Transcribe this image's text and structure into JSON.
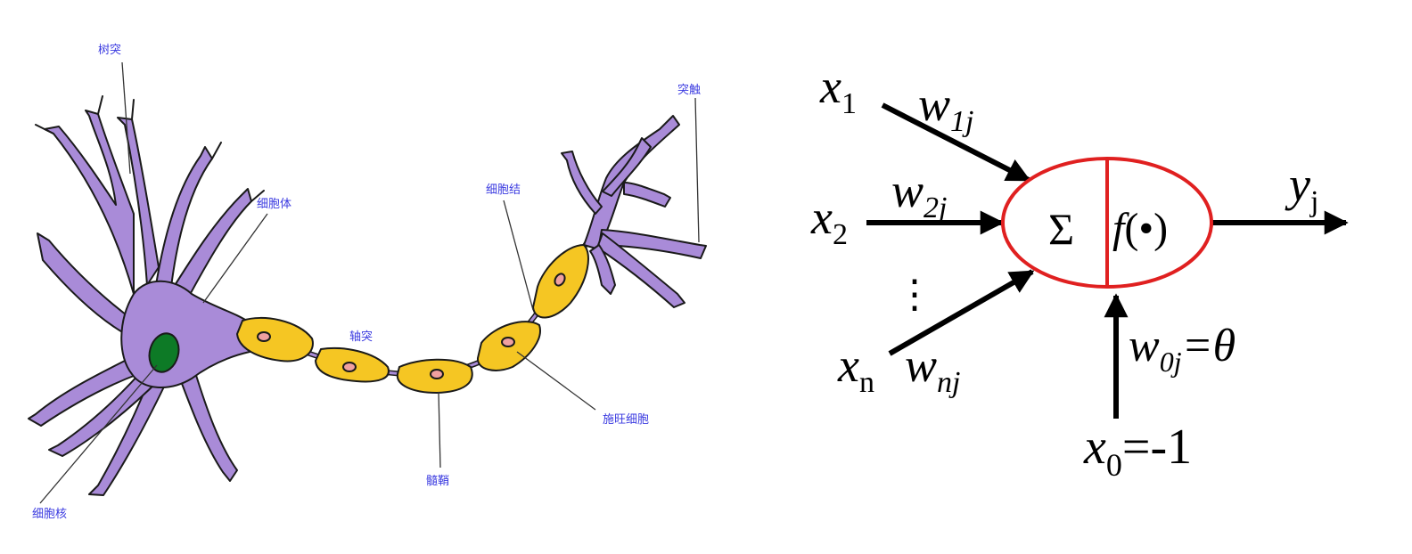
{
  "colors": {
    "neuron": "#a98bd8",
    "neuron_outline": "#1a1a1a",
    "myelin": "#f5c623",
    "myelin_inner": "#f0a0a0",
    "nucleus": "#0d7a26",
    "label": "#3a3ae0",
    "unit_outline": "#e02020",
    "arrow": "#000000"
  },
  "neuron": {
    "labels": {
      "dendrite": "树突",
      "soma": "细胞体",
      "node": "细胞结",
      "terminal": "突触",
      "axon": "轴突",
      "schwann": "施旺细胞",
      "myelin": "髓鞘",
      "nucleus": "细胞核"
    }
  },
  "perceptron": {
    "x1": {
      "base": "x",
      "sub": "1"
    },
    "x2": {
      "base": "x",
      "sub": "2"
    },
    "xn": {
      "base": "x",
      "sub": "n"
    },
    "w1": {
      "base": "w",
      "sub": "1j"
    },
    "w2": {
      "base": "w",
      "sub": "2j"
    },
    "wn": {
      "base": "w",
      "sub": "nj"
    },
    "ellipsis": "⋮",
    "sum_symbol": "Σ",
    "activation": {
      "f": "f",
      "rest": "(•)"
    },
    "output": {
      "base": "y",
      "sub": "j"
    },
    "bias_weight": {
      "base": "w",
      "sub": "0j",
      "rest": "=θ"
    },
    "bias_input": {
      "base": "x",
      "sub": "0",
      "rest": "=-1"
    }
  }
}
